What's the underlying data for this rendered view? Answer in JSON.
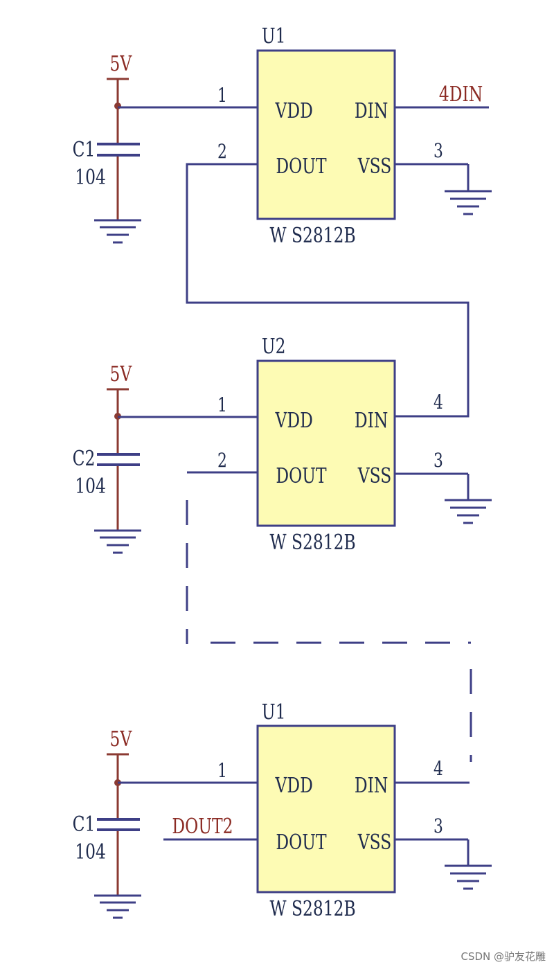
{
  "units": [
    {
      "ref": "U1",
      "part": "W S2812B",
      "pins": {
        "vdd": "VDD",
        "dout": "DOUT",
        "din": "DIN",
        "vss": "VSS"
      },
      "pin_numbers": {
        "vdd": "1",
        "dout": "2",
        "din": "",
        "vss": "3"
      },
      "supply": "5V",
      "cap_ref": "C1",
      "cap_value": "104",
      "din_net": "4DIN",
      "dout_net": ""
    },
    {
      "ref": "U2",
      "part": "W S2812B",
      "pins": {
        "vdd": "VDD",
        "dout": "DOUT",
        "din": "DIN",
        "vss": "VSS"
      },
      "pin_numbers": {
        "vdd": "1",
        "dout": "2",
        "din": "4",
        "vss": "3"
      },
      "supply": "5V",
      "cap_ref": "C2",
      "cap_value": "104",
      "din_net": "",
      "dout_net": ""
    },
    {
      "ref": "U1",
      "part": "W S2812B",
      "pins": {
        "vdd": "VDD",
        "dout": "DOUT",
        "din": "DIN",
        "vss": "VSS"
      },
      "pin_numbers": {
        "vdd": "1",
        "dout": "",
        "din": "4",
        "vss": "3"
      },
      "supply": "5V",
      "cap_ref": "C1",
      "cap_value": "104",
      "din_net": "",
      "dout_net": "DOUT2"
    }
  ],
  "watermark": "CSDN @驴友花雕",
  "colors": {
    "wire": "#3e3f86",
    "power": "#8b3a32",
    "chip_fill": "#fdfbb4",
    "text": "#1f2b4d"
  }
}
